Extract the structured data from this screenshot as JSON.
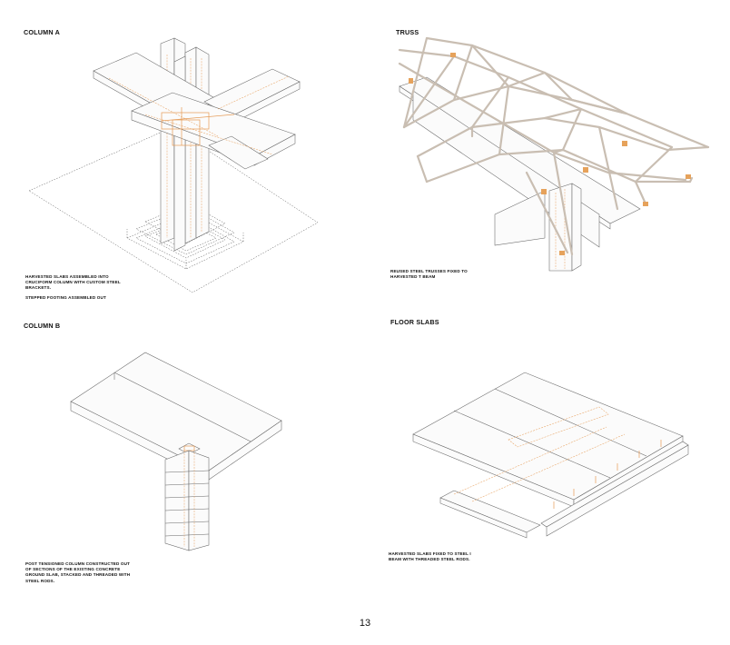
{
  "panels": {
    "column_a": {
      "title": "COLUMN A",
      "caption_1": "HARVESTED SLABS ASSEMBLED INTO CRUCIFORM COLUMN WITH CUSTOM STEEL BRACKETS.",
      "caption_2": "STEPPED FOOTING ASSEMBLED OUT"
    },
    "truss": {
      "title": "TRUSS",
      "caption_1": "REUSED STEEL TRUSSES FIXED TO HARVESTED T BEAM"
    },
    "column_b": {
      "title": "COLUMN B",
      "caption_1": "POST TENSIONED COLUMN CONSTRUCTED OUT OF SECTIONS OF THE EXISTING CONCRETE GROUND SLAB, STACKED AND THREADED WITH STEEL RODS."
    },
    "floor_slabs": {
      "title": "FLOOR SLABS",
      "caption_1": "HARVESTED SLABS FIXED TO STEEL I BEAM WITH THREADED STEEL RODS."
    }
  },
  "page_number": "13",
  "colors": {
    "line": "#666666",
    "steel_accent": "#e59a55",
    "truss": "#c9beb2"
  }
}
